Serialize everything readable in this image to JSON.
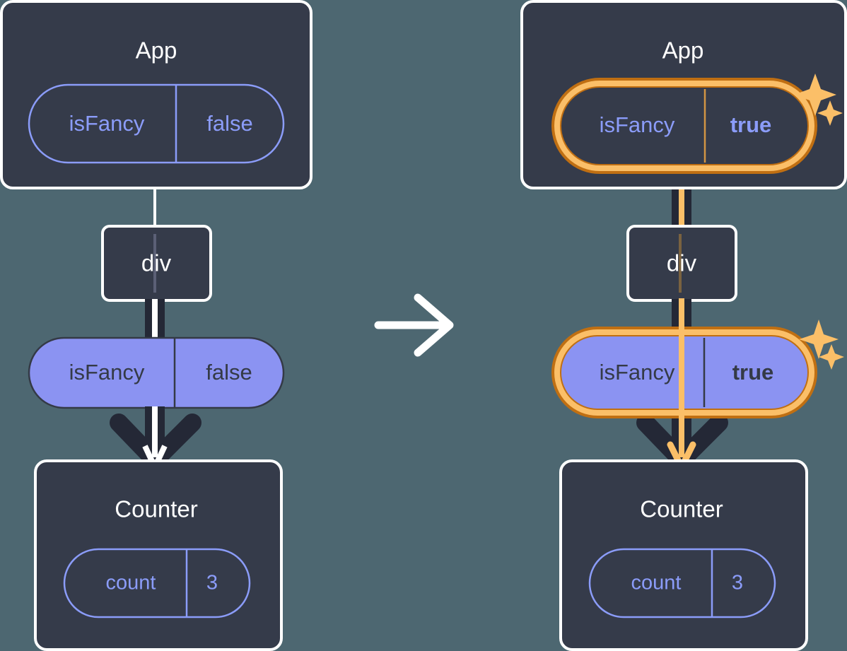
{
  "diagram": {
    "title": "React state update propagation",
    "type": "react-component-tree-transition",
    "background_color": "#4d6771",
    "panel_fill": "#353b4a",
    "panel_border": "#ffffff",
    "pill_purple": "#8b93f2",
    "pill_outline_stroke": "#8b9cf9",
    "highlight_outer": "#c06f12",
    "highlight_inner": "#fbbf68",
    "edge_dark": "#242836",
    "edge_white": "#ffffff",
    "edge_amber": "#fbbf68",
    "transition_arrow": "arrow-right-icon"
  },
  "panels": [
    {
      "id": "before",
      "name": "before-state",
      "app": {
        "title": "App",
        "state_pill": {
          "style": "outline",
          "key": "isFancy",
          "value": "false",
          "value_bold": false,
          "highlighted": false
        }
      },
      "div": {
        "title": "div"
      },
      "prop_pill": {
        "style": "filled",
        "key": "isFancy",
        "value": "false",
        "value_bold": false,
        "highlighted": false
      },
      "counter": {
        "title": "Counter",
        "state_pill": {
          "style": "outline",
          "key": "count",
          "value": "3",
          "value_bold": false,
          "highlighted": false
        }
      },
      "sparkles": []
    },
    {
      "id": "after",
      "name": "after-state",
      "app": {
        "title": "App",
        "state_pill": {
          "style": "outline",
          "key": "isFancy",
          "value": "true",
          "value_bold": true,
          "highlighted": true
        }
      },
      "div": {
        "title": "div"
      },
      "prop_pill": {
        "style": "filled",
        "key": "isFancy",
        "value": "true",
        "value_bold": true,
        "highlighted": true
      },
      "counter": {
        "title": "Counter",
        "state_pill": {
          "style": "outline",
          "key": "count",
          "value": "3",
          "value_bold": false,
          "highlighted": false
        }
      },
      "sparkles": [
        "sparkle-large",
        "sparkle-small",
        "sparkle-large",
        "sparkle-small"
      ]
    }
  ]
}
